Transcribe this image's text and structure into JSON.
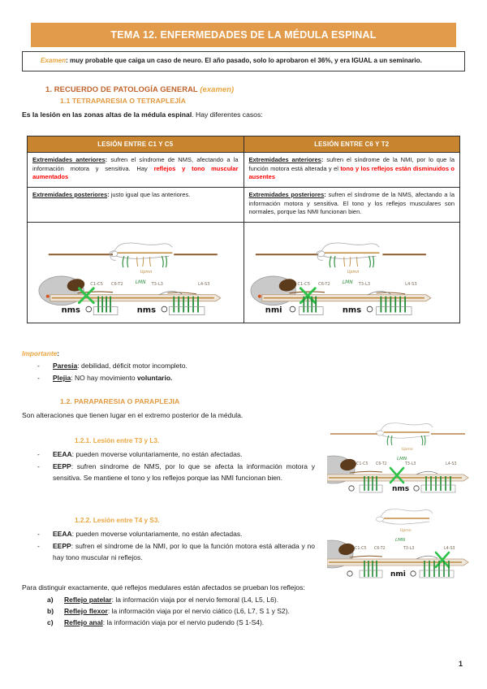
{
  "document": {
    "title": "TEMA 12. ENFERMEDADES DE LA MÉDULA ESPINAL",
    "page_number": "1",
    "accent_title_bg": "#e29a4b",
    "accent_table_header_bg": "#c9842f",
    "accent_heading": "#c0622a",
    "accent_subheading": "#e0993f",
    "accent_highlight_red": "#ff0000"
  },
  "callout": {
    "label": "Examen",
    "separator": ": ",
    "text": "muy probable que caiga un caso de neuro. El año pasado, solo lo aprobaron el 36%, y era IGUAL a un seminario."
  },
  "headings": {
    "h1": "1. RECUERDO DE PATOLOGÍA GENERAL ",
    "h1_paren": "(examen)",
    "h2_1": "1.1 TETRAPARESIA O TETRAPLEJÍA",
    "h2_2": "1.2. PARAPARESIA O PARAPLEJIA",
    "h3_1": "1.2.1. Lesión entre T3 y L3.",
    "h3_2": "1.2.2. Lesión entre T4 y S3."
  },
  "intro": {
    "bold_part": "Es la lesión en las ",
    "bold_strong": "zonas altas de la médula espinal",
    "rest": ". Hay diferentes casos:",
    "paraparesia": "Son alteraciones que tienen lugar en el extremo posterior de la médula."
  },
  "table": {
    "columns": [
      "LESIÓN ENTRE C1 Y C5",
      "LESIÓN ENTRE C6 Y T2"
    ],
    "rows": [
      {
        "left": {
          "term": "Extremidades anteriores",
          "sep": ": ",
          "text": "sufren el síndrome de NMS, afectando a la información motora y sensitiva. Hay ",
          "highlight": "reflejos y tono muscular aumentados",
          "tail": ""
        },
        "right": {
          "term": "Extremidades anteriores",
          "sep": ": ",
          "text": "sufren el síndrome de la NMI, por lo que la función motora está alterada y el ",
          "highlight": "tono y los reflejos están disminuidos o ausentes",
          "tail": ""
        }
      },
      {
        "left": {
          "term": "Extremidades posteriores",
          "sep": ": ",
          "text": "justo igual que las anteriores.",
          "highlight": "",
          "tail": ""
        },
        "right": {
          "term": "Extremidades posteriores",
          "sep": ": ",
          "text": "sufren el síndrome de la NMS, afectando a la información motora y sensitiva. El tono y los reflejos musculares son normales, porque las NMI funcionan bien.",
          "highlight": "",
          "tail": ""
        }
      }
    ],
    "figures": {
      "left": {
        "labels": [
          "C1-C5",
          "C6-T2",
          "T3-L3",
          "L4-S3"
        ],
        "marks": [
          "nms",
          "nms"
        ],
        "lesion_mark": "X",
        "caption_nerve": "LMN"
      },
      "right": {
        "labels": [
          "C1-C5",
          "C6-T2",
          "T3-L3",
          "L4-S3"
        ],
        "marks": [
          "nmi",
          "nms"
        ],
        "lesion_mark": "X",
        "caption_nerve": "LMN"
      }
    }
  },
  "importante": {
    "label": "Importante",
    "colon": ":",
    "items": [
      {
        "term": "Paresia",
        "sep": ": ",
        "text": "debilidad, déficit motor incompleto.",
        "bold_tail": ""
      },
      {
        "term": "Plejia",
        "sep": ": ",
        "text": "NO hay movimiento ",
        "bold_tail": "voluntario."
      }
    ]
  },
  "section_121": {
    "items": [
      {
        "term": "EEAA",
        "sep": ": ",
        "text": "pueden moverse voluntariamente, no están afectadas."
      },
      {
        "term": "EEPP",
        "sep": ": ",
        "text": "sufren síndrome de NMS, por lo que se afecta la información motora y sensitiva. Se mantiene el tono y los reflejos porque las NMI funcionan bien."
      }
    ]
  },
  "section_122": {
    "items": [
      {
        "term": "EEAA",
        "sep": ": ",
        "text": "pueden moverse voluntariamente, no están afectadas."
      },
      {
        "term": "EEPP",
        "sep": ": ",
        "text": "sufren el síndrome de la NMI, por lo que la función motora está alterada y no hay tono muscular ni reflejos."
      }
    ]
  },
  "reflexes": {
    "intro": "Para distinguir exactamente, qué reflejos medulares están afectados se prueban los reflejos:",
    "items": [
      {
        "marker": "a)",
        "term": "Reflejo patelar",
        "sep": ": ",
        "text": "la información viaja por el nervio femoral (L4, L5, L6)."
      },
      {
        "marker": "b)",
        "term": "Reflejo flexor",
        "sep": ": ",
        "text": "la información viaja por el nervio ciático (L6, L7, S 1 y S2)."
      },
      {
        "marker": "c)",
        "term": "Reflejo anal",
        "sep": ": ",
        "text": "la información viaja por el nervio pudendo (S 1-S4)."
      }
    ]
  },
  "side_figures": {
    "fig1": {
      "marks": [
        "nms"
      ],
      "labels": [
        "C1-C5",
        "C6-T2",
        "T3-L3",
        "L4-S3"
      ]
    },
    "fig2": {
      "marks": [
        "nmi"
      ],
      "labels": [
        "C1-C5",
        "C6-T2",
        "T3-L3",
        "L4-S3"
      ]
    }
  }
}
